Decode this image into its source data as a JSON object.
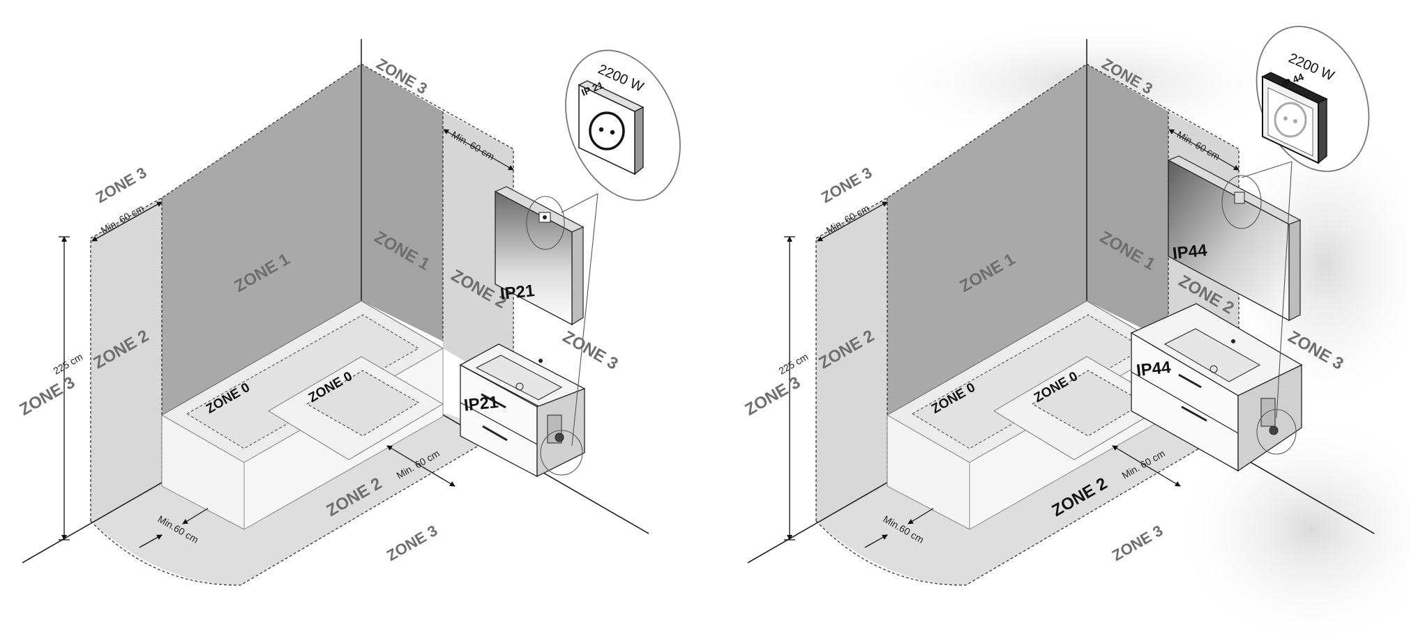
{
  "panels": [
    {
      "id": "ip21",
      "zones": {
        "zone0_a": "ZONE 0",
        "zone0_b": "ZONE 0",
        "zone1_back": "ZONE 1",
        "zone1_side": "ZONE 1",
        "zone2_left": "ZONE 2",
        "zone2_right": "ZONE 2",
        "zone2_floor": "ZONE 2",
        "zone3_top_left": "ZONE 3",
        "zone3_top_right": "ZONE 3",
        "zone3_left": "ZONE 3",
        "zone3_right": "ZONE 3",
        "zone3_floor": "ZONE 3"
      },
      "dimensions": {
        "height": "225 cm",
        "min_top_left": "Min. 60 cm",
        "min_top_right": "Min. 60 cm",
        "min_floor_left": "Min.60 cm",
        "min_floor_right": "Min. 60 cm"
      },
      "ratings": {
        "cabinet": "IP21",
        "vanity": "IP21",
        "socket": "IP 21"
      },
      "power": "2200 W"
    },
    {
      "id": "ip44",
      "zones": {
        "zone0_a": "ZONE 0",
        "zone0_b": "ZONE 0",
        "zone1_back": "ZONE 1",
        "zone1_side": "ZONE 1",
        "zone2_left": "ZONE 2",
        "zone2_right": "ZONE 2",
        "zone2_floor": "ZONE 2",
        "zone3_top_left": "ZONE 3",
        "zone3_top_right": "ZONE 3",
        "zone3_left": "ZONE 3",
        "zone3_right": "ZONE 3",
        "zone3_floor": "ZONE 3"
      },
      "dimensions": {
        "height": "225 cm",
        "min_top_left": "Min. 60 cm",
        "min_top_right": "Min. 60 cm",
        "min_floor_left": "Min.60 cm",
        "min_floor_right": "Min. 60 cm"
      },
      "ratings": {
        "cabinet": "IP44",
        "vanity": "IP44",
        "socket": "IP 44"
      },
      "power": "2200 W"
    }
  ]
}
